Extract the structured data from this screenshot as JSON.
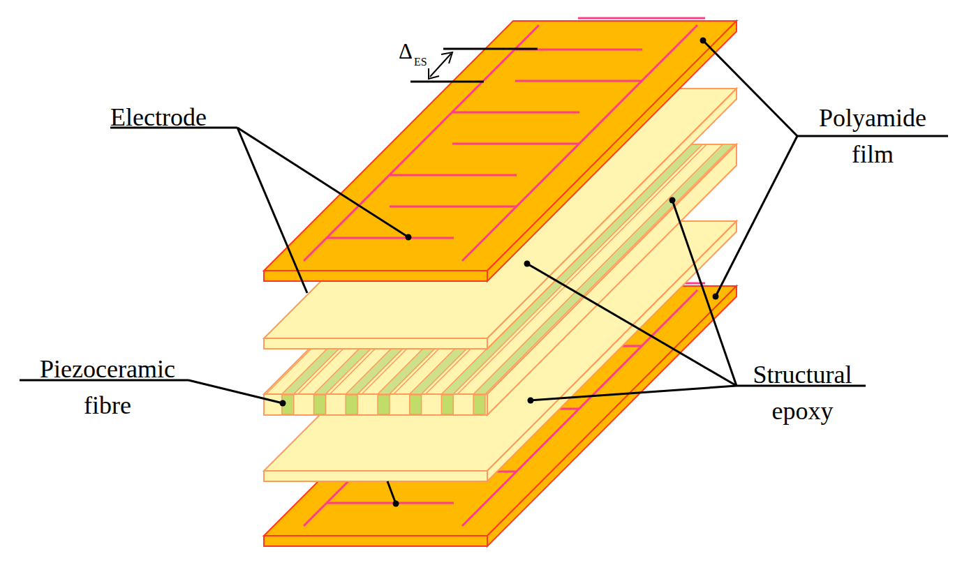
{
  "diagram": {
    "labels": [
      "Electrode",
      "Polyamide film",
      "Piezoceramic fibre",
      "Structural epoxy",
      "Δ",
      "ES"
    ]
  }
}
